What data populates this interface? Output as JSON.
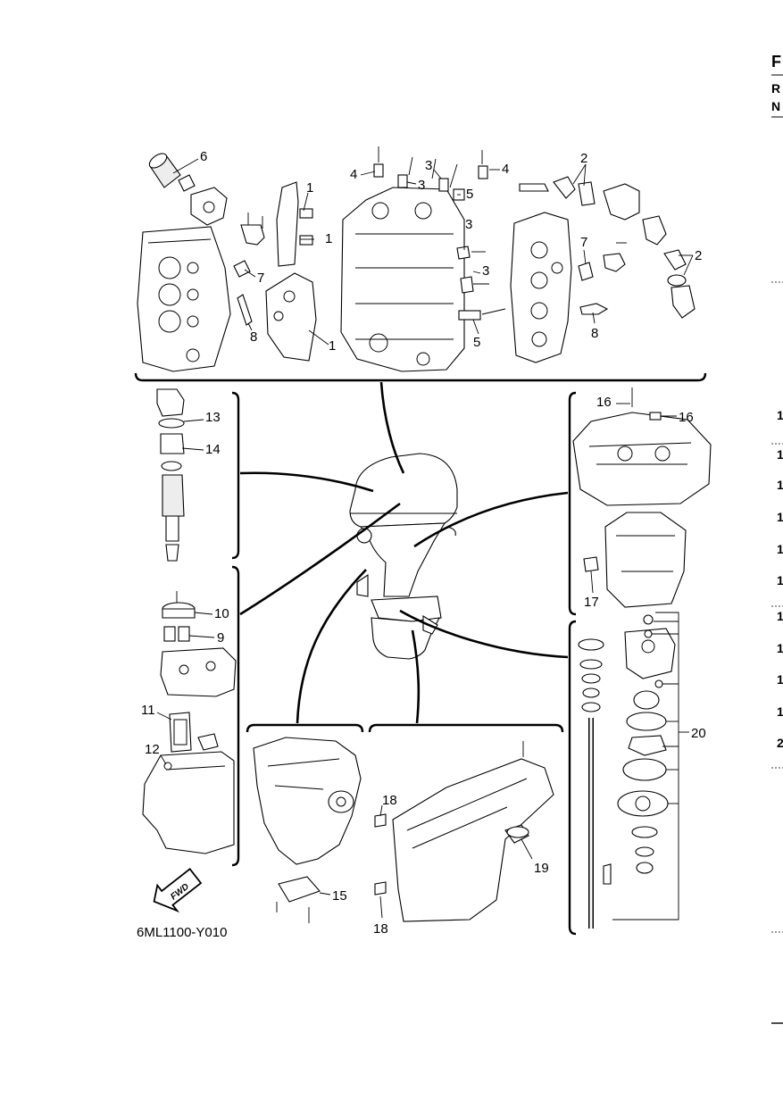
{
  "figure_code": "6ML1100-Y010",
  "fwd_label": "FWD",
  "right_edge": {
    "header_letters": [
      "F",
      "R",
      "N"
    ],
    "side_digits": [
      "1",
      "1",
      "1",
      "1",
      "1",
      "1",
      "1",
      "1",
      "1",
      "1",
      "2"
    ]
  },
  "callouts": {
    "c1a": "1",
    "c1b": "1",
    "c1c": "1",
    "c2a": "2",
    "c2b": "2",
    "c3a": "3",
    "c3b": "3",
    "c3c": "3",
    "c3d": "3",
    "c4a": "4",
    "c4b": "4",
    "c5a": "5",
    "c5b": "5",
    "c6": "6",
    "c7a": "7",
    "c7b": "7",
    "c8a": "8",
    "c8b": "8",
    "c9": "9",
    "c10": "10",
    "c11": "11",
    "c12": "12",
    "c13": "13",
    "c14": "14",
    "c15": "15",
    "c16a": "16",
    "c16b": "16",
    "c17": "17",
    "c18a": "18",
    "c18b": "18",
    "c19": "19",
    "c20": "20"
  },
  "icons": {
    "fwd_arrow": "fwd-arrow-icon"
  }
}
